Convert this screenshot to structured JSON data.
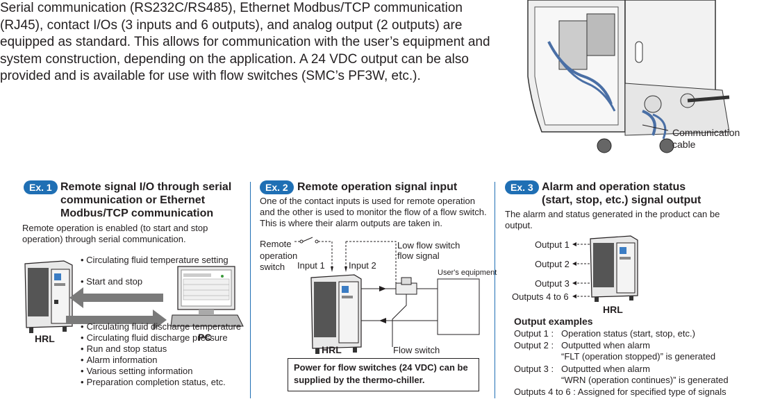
{
  "intro": "Serial communication (RS232C/RS485), Ethernet Modbus/TCP communication (RJ45), contact I/Os (3 inputs and 6 outputs), and analog output (2 outputs) are equipped as standard. This allows for communication with the user’s equipment and system construction, depending on the application. A 24 VDC output can be also provided and is available for use with flow switches (SMC’s PF3W, etc.).",
  "photo": {
    "label_line1": "Communication",
    "label_line2": "cable"
  },
  "ex1": {
    "badge": "Ex. 1",
    "title_l1": "Remote signal I/O through serial",
    "title_l2": "communication or Ethernet",
    "title_l3": "Modbus/TCP communication",
    "desc": "Remote operation is enabled (to start and stop operation) through serial communication.",
    "inputs": [
      "Circulating fluid temperature setting",
      "Start and stop"
    ],
    "outputs": [
      "Circulating fluid discharge temperature",
      "Circulating fluid discharge pressure",
      "Run and stop status",
      "Alarm information",
      "Various setting information",
      "Preparation completion status, etc."
    ],
    "hrl": "HRL",
    "pc": "PC"
  },
  "ex2": {
    "badge": "Ex. 2",
    "title": "Remote operation signal input",
    "desc": "One of the contact inputs is used for remote operation and the other is used to monitor the flow of a flow switch. This is where their alarm outputs are taken in.",
    "remote_l1": "Remote",
    "remote_l2": "operation",
    "remote_l3": "switch",
    "input1": "Input 1",
    "input2": "Input 2",
    "low_flow_l1": "Low flow switch",
    "low_flow_l2": "flow signal",
    "users_equipment": "User's equipment",
    "flow_switch": "Flow switch",
    "hrl": "HRL",
    "note": "Power for flow switches (24 VDC) can be supplied by the thermo-chiller."
  },
  "ex3": {
    "badge": "Ex. 3",
    "title_l1": "Alarm and operation status",
    "title_l2": "(start, stop, etc.) signal output",
    "desc": "The alarm and status generated in the product can be output.",
    "outputs": [
      "Output 1",
      "Output 2",
      "Output 3",
      "Outputs 4 to 6"
    ],
    "hrl": "HRL",
    "examples_title": "Output examples",
    "ex_out1_label": "Output 1 :",
    "ex_out1_text": "Operation status (start, stop, etc.)",
    "ex_out2_label": "Output 2 :",
    "ex_out2_text1": "Outputted when alarm",
    "ex_out2_text2": "“FLT (operation stopped)” is generated",
    "ex_out3_label": "Output 3 :",
    "ex_out3_text1": "Outputted when alarm",
    "ex_out3_text2": "“WRN (operation continues)” is generated",
    "ex_out46": "Outputs 4 to 6 : Assigned for specified type of signals"
  }
}
